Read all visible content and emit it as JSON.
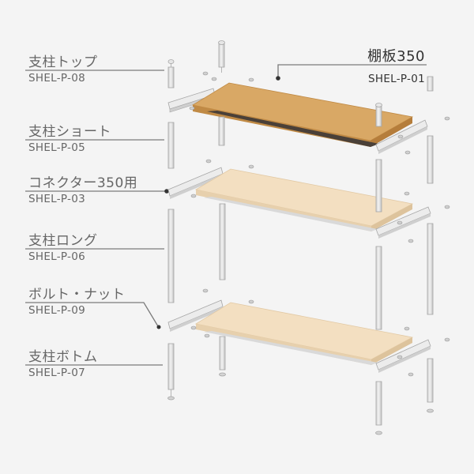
{
  "parts": [
    {
      "name": "支柱トップ",
      "code": "SHEL-P-08"
    },
    {
      "name": "支柱ショート",
      "code": "SHEL-P-05"
    },
    {
      "name": "コネクター350用",
      "code": "SHEL-P-03"
    },
    {
      "name": "支柱ロング",
      "code": "SHEL-P-06"
    },
    {
      "name": "ボルト・ナット",
      "code": "SHEL-P-09"
    },
    {
      "name": "支柱ボトム",
      "code": "SHEL-P-07"
    }
  ],
  "shelf_board": {
    "name": "棚板350",
    "code": "SHEL-P-01"
  },
  "colors": {
    "background": "#f4f4f4",
    "label_text": "#666666",
    "leader_line": "#7a7a7a",
    "shelf_top": "#d9a865",
    "shelf_edge": "#c08a45",
    "shelf_underside": "#4a4038",
    "board_light": "#f3dfc1",
    "board_light_edge": "#e2c9a4",
    "metal": "#dedede",
    "metal_stroke": "#a6a6a6"
  }
}
